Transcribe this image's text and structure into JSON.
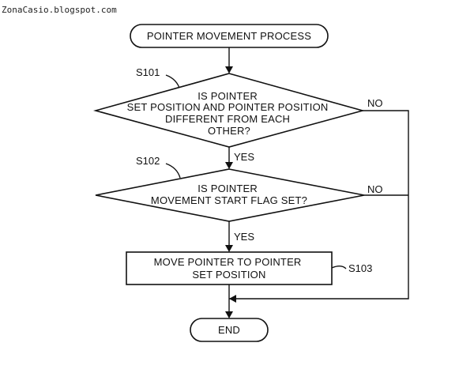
{
  "watermark": "ZonaCasio.blogspot.com",
  "nodes": {
    "start": {
      "lines": [
        "POINTER MOVEMENT PROCESS"
      ]
    },
    "decision_1": {
      "step": "S101",
      "lines": [
        "IS POINTER",
        "SET POSITION AND POINTER POSITION",
        "DIFFERENT  FROM EACH",
        "OTHER?"
      ]
    },
    "decision_2": {
      "step": "S102",
      "lines": [
        "IS POINTER",
        "MOVEMENT START FLAG SET?"
      ]
    },
    "process_1": {
      "step": "S103",
      "lines": [
        "MOVE POINTER TO POINTER",
        "SET POSITION"
      ]
    },
    "end": {
      "lines": [
        "END"
      ]
    }
  },
  "edges": {
    "decision_1_yes": "YES",
    "decision_1_no": "NO",
    "decision_2_yes": "YES",
    "decision_2_no": "NO"
  }
}
